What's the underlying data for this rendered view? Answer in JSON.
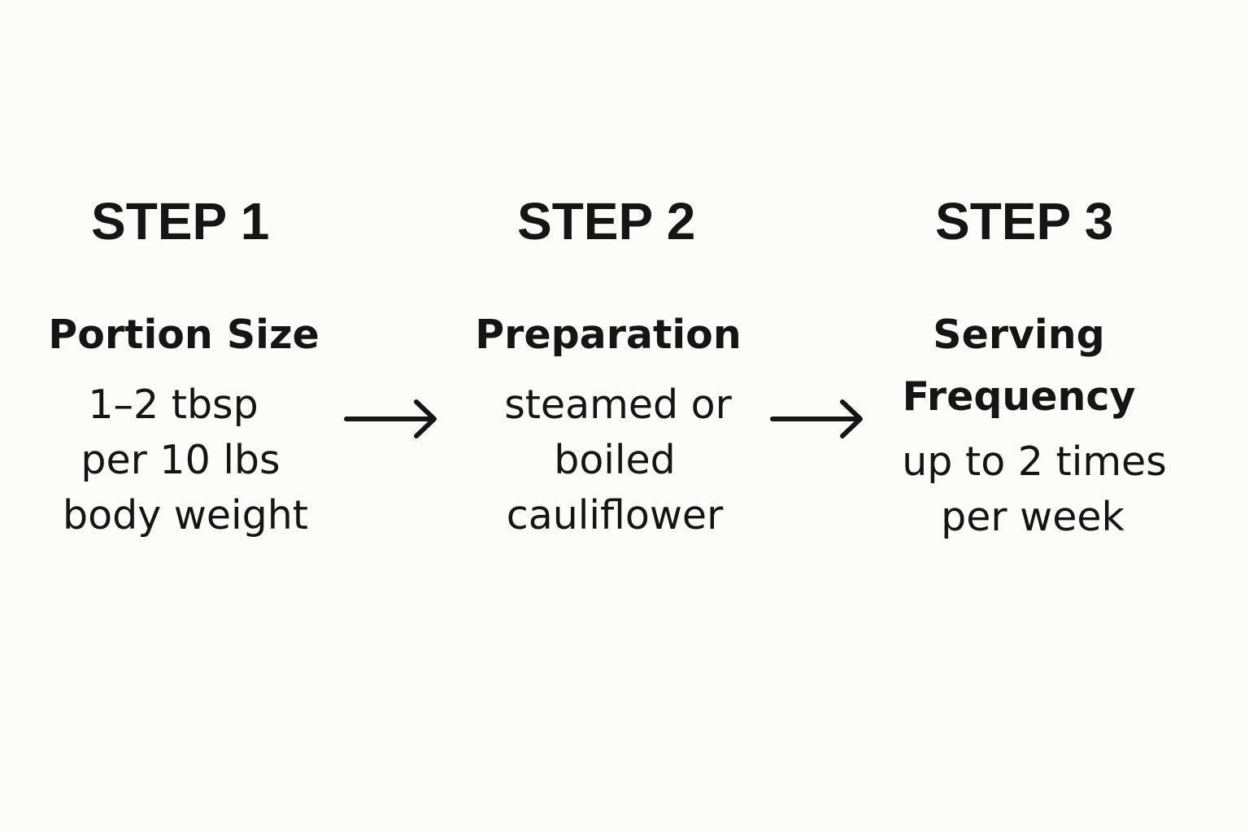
{
  "steps": [
    {
      "heading": "STEP 1",
      "title": "Portion Size",
      "body": [
        "1–2 tbsp",
        "per 10 lbs",
        "body weight"
      ]
    },
    {
      "heading": "STEP 2",
      "title": "Preparation",
      "body": [
        "steamed or",
        "boiled",
        "cauliflower"
      ]
    },
    {
      "heading": "STEP 3",
      "title_lines": [
        "Serving",
        "Frequency"
      ],
      "body": [
        "up to 2 times",
        "per week"
      ]
    }
  ],
  "icons": [
    "arrow-right-icon",
    "arrow-right-icon"
  ],
  "colors": {
    "background": "#fcfcfa",
    "text": "#151515"
  }
}
